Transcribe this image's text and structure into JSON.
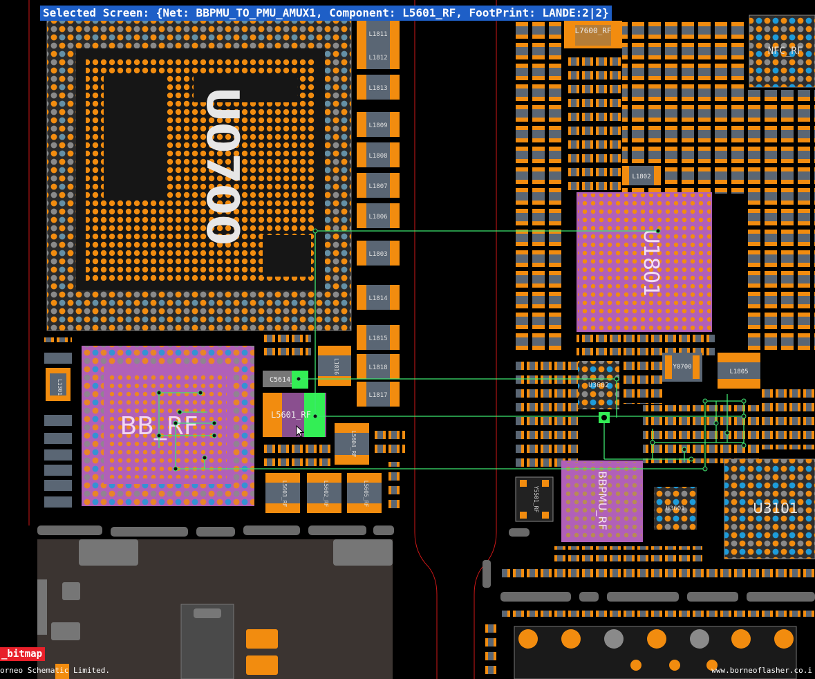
{
  "status_bar": {
    "text": "Selected Screen: {Net: BBPMU_TO_PMU_AMUX1, Component: L5601_RF, FootPrint: LANDE:2|2}"
  },
  "layer_tag": "_bitmap",
  "footer": {
    "left": "orneo Schematic Limited.",
    "right": "www.borneoflasher.co.i"
  },
  "chips": {
    "u0700": "U0700",
    "u1801": "U1801",
    "bb_rf": "BB_RF",
    "bbpmu_rf": "BBPMU_RF",
    "u3101": "U3101",
    "nfc_rf": "NFC_RF",
    "l7600_rf": "L7600_RF",
    "l1805": "L1805",
    "l1802": "L1802",
    "y0700": "Y0700",
    "u3602": "U3602",
    "u3601": "U3601",
    "y5501_rf": "Y5501_RF",
    "l5601_rf": "L5601_RF",
    "c5614_rf": "C5614_RF",
    "l1816": "L1816",
    "l5604_rf": "L5604_RF",
    "l5603_rf": "L5603_RF",
    "l5602_rf": "L5602_RF",
    "l5605_rf": "L5605_RF",
    "l1301": "L1301"
  },
  "inductor_column": [
    "L1811",
    "L1812",
    "L1813",
    "L1809",
    "L1808",
    "L1807",
    "L1806",
    "L1803",
    "L1814",
    "L1815",
    "L1818",
    "L1817"
  ],
  "colors": {
    "background": "#000000",
    "pad_orange": "#f28c0f",
    "pad_gray": "#808080",
    "pad_blue": "#1e9bd9",
    "chip_magenta": "#b160b8",
    "chip_body": "#5a6674",
    "net_green": "#3ee870",
    "highlight_green": "#33ee55",
    "outline_red": "#d01818",
    "status_blue": "#1e5fc7",
    "layer_red": "#e8202a"
  }
}
